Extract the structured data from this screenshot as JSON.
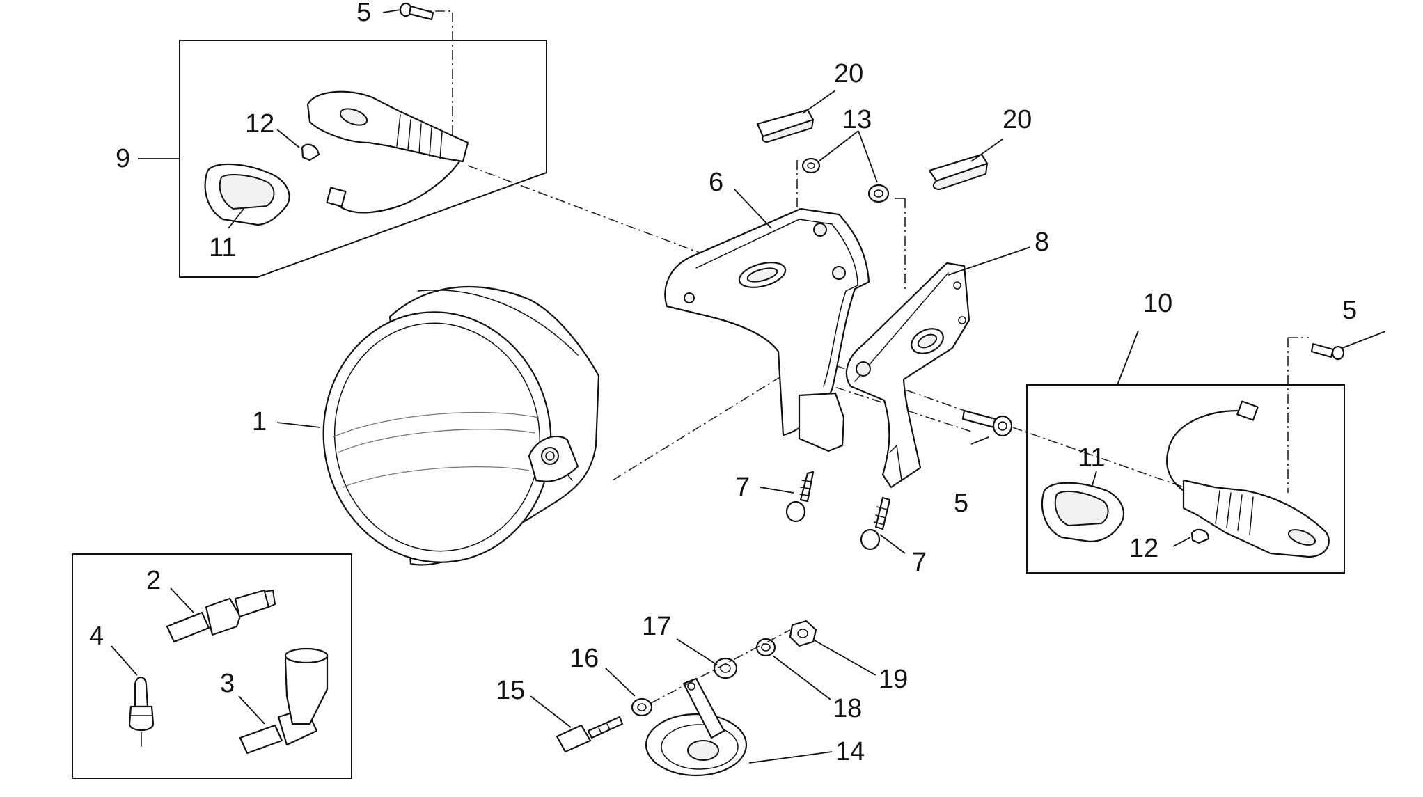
{
  "diagram": {
    "callouts": [
      {
        "id": "c1",
        "text": "1"
      },
      {
        "id": "c2",
        "text": "2"
      },
      {
        "id": "c3",
        "text": "3"
      },
      {
        "id": "c4",
        "text": "4"
      },
      {
        "id": "c5a",
        "text": "5"
      },
      {
        "id": "c5b",
        "text": "5"
      },
      {
        "id": "c5c",
        "text": "5"
      },
      {
        "id": "c6",
        "text": "6"
      },
      {
        "id": "c7a",
        "text": "7"
      },
      {
        "id": "c7b",
        "text": "7"
      },
      {
        "id": "c8",
        "text": "8"
      },
      {
        "id": "c9",
        "text": "9"
      },
      {
        "id": "c10",
        "text": "10"
      },
      {
        "id": "c11a",
        "text": "11"
      },
      {
        "id": "c11b",
        "text": "11"
      },
      {
        "id": "c12a",
        "text": "12"
      },
      {
        "id": "c12b",
        "text": "12"
      },
      {
        "id": "c13",
        "text": "13"
      },
      {
        "id": "c14",
        "text": "14"
      },
      {
        "id": "c15",
        "text": "15"
      },
      {
        "id": "c16",
        "text": "16"
      },
      {
        "id": "c17",
        "text": "17"
      },
      {
        "id": "c18",
        "text": "18"
      },
      {
        "id": "c19",
        "text": "19"
      },
      {
        "id": "c20a",
        "text": "20"
      },
      {
        "id": "c20b",
        "text": "20"
      }
    ]
  }
}
